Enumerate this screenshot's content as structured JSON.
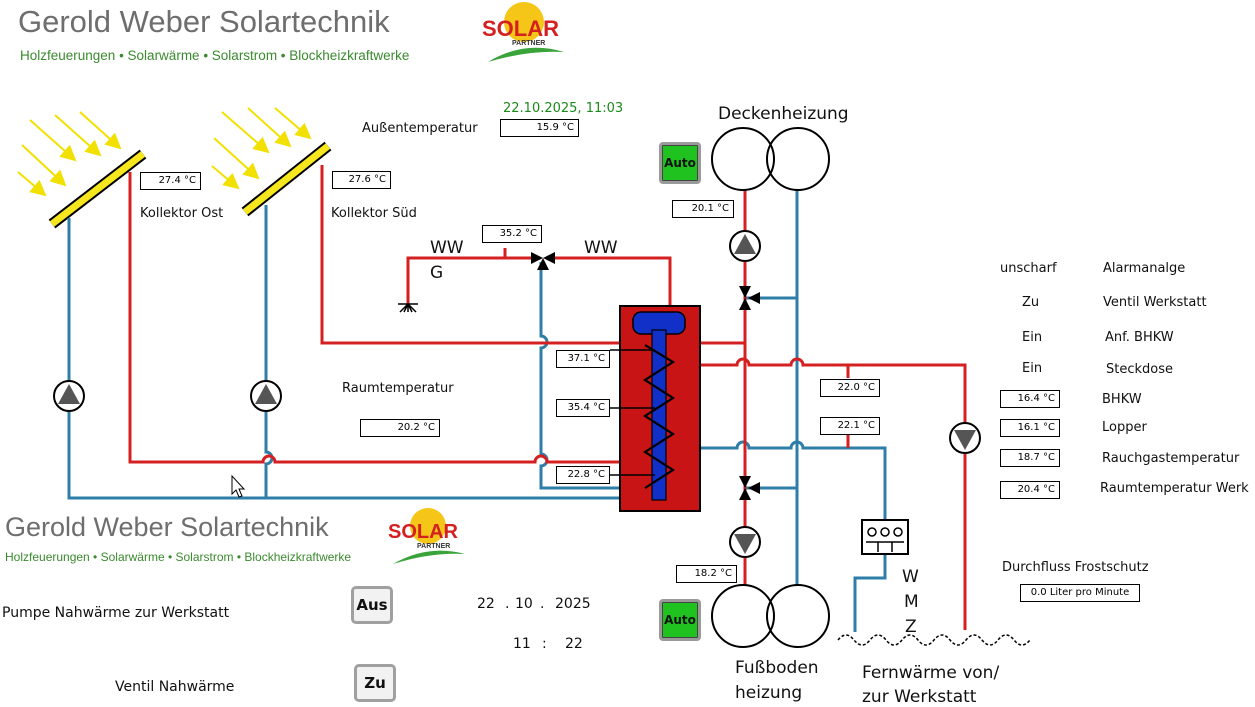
{
  "header": {
    "company": "Gerold Weber Solartechnik",
    "tagline": "Holzfeuerungen • Solarwärme • Solarstrom • Blockheizkraftwerke",
    "logo_text": "SOLAR",
    "logo_sub": "PARTNER"
  },
  "timestamp": "22.10.2025,  11:03",
  "outside": {
    "label": "Außentemperatur",
    "value": "15.9 °C"
  },
  "collectors": [
    {
      "label": "Kollektor Ost",
      "value": "27.4 °C"
    },
    {
      "label": "Kollektor Süd",
      "value": "27.6 °C"
    }
  ],
  "ww_valve_temp": "35.2 °C",
  "ww_labels": {
    "left_line1": "WW",
    "left_line2": "G",
    "right": "WW"
  },
  "room": {
    "label": "Raumtemperatur",
    "value": "20.2 °C"
  },
  "tank_temps": [
    "37.1 °C",
    "35.4 °C",
    "22.8 °C"
  ],
  "ceiling": {
    "title": "Deckenheizung",
    "mode": "Auto",
    "temp": "20.1 °C"
  },
  "floor": {
    "title_line1": "Fußboden",
    "title_line2": "heizung",
    "mode": "Auto",
    "temp": "18.2 °C"
  },
  "district": {
    "temp_top": "22.0 °C",
    "temp_bottom": "22.1 °C",
    "wmz": [
      "W",
      "M",
      "Z"
    ],
    "label_line1": "Fernwärme von/",
    "label_line2": "zur Werkstatt"
  },
  "status": [
    {
      "state": "unscharf",
      "label": "Alarmanalge"
    },
    {
      "state": "Zu",
      "label": "Ventil Werkstatt"
    },
    {
      "state": "Ein",
      "label": "Anf. BHKW"
    },
    {
      "state": "Ein",
      "label": "Steckdose"
    }
  ],
  "readings": [
    {
      "value": "16.4 °C",
      "label": "BHKW"
    },
    {
      "value": "16.1 °C",
      "label": "Lopper"
    },
    {
      "value": "18.7 °C",
      "label": "Rauchgastemperatur"
    },
    {
      "value": "20.4 °C",
      "label": "Raumtemperatur Werk"
    }
  ],
  "flow": {
    "label": "Durchfluss Frostschutz",
    "value": "0.0 Liter pro Minute"
  },
  "lower": {
    "pump_label": "Pumpe  Nahwärme zur Werkstatt",
    "pump_button": "Aus",
    "valve_label": "Ventil Nahwärme",
    "valve_button": "Zu",
    "date_day": "22",
    "date_month": "10",
    "date_year": "2025",
    "time_hour": "11",
    "time_minute": "22",
    "dot": ".",
    "colon": ":"
  },
  "colors": {
    "hot": "#d42020",
    "cold": "#2e7ea8",
    "tank": "#c81414",
    "coil": "#1030c8",
    "panel": "#f5e61e",
    "ok": "#1fc21f"
  }
}
